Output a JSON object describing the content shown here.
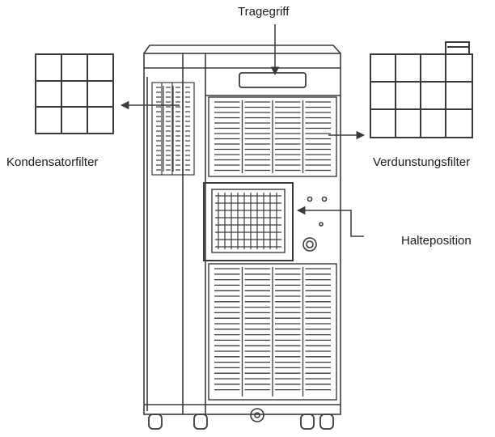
{
  "labels": {
    "carry_handle": "Tragegriff",
    "condenser_filter": "Kondensatorfilter",
    "evaporator_filter": "Verdunstungsfilter",
    "holding_position": "Halteposition"
  },
  "colors": {
    "line": "#3a3a3a",
    "text": "#1a1a1a",
    "background": "#ffffff"
  }
}
